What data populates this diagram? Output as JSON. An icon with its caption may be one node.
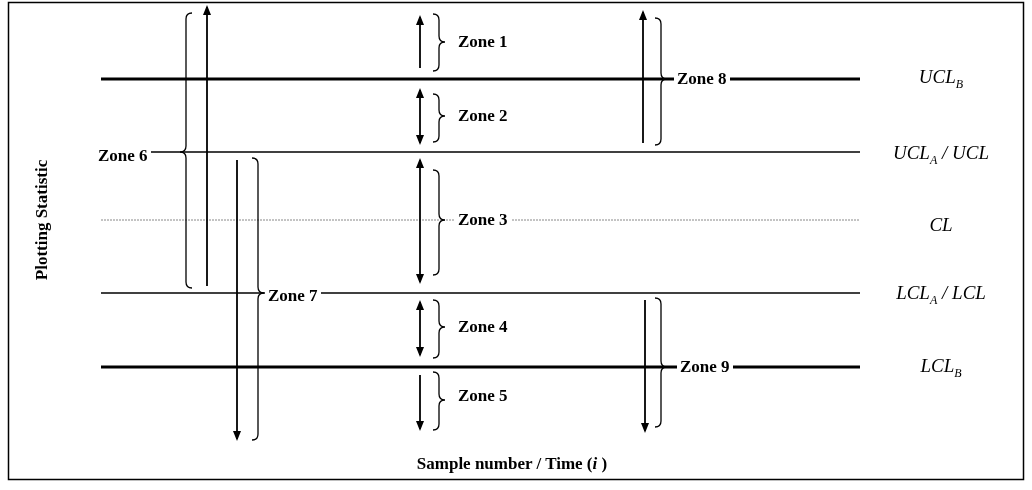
{
  "diagram": {
    "labels": [
      "Zone 1",
      "Zone 8",
      "UCL$_{B}$",
      "Zone 2",
      "Plotting Statistic",
      "Zone 6",
      "UCL$_{A}$ / UCL",
      "Zone 3",
      "CL",
      "Zone 7",
      "LCL$_{A}$ / LCL",
      "Zone 4",
      "Zone 9",
      "LCL$_{B}$",
      "Zone 5",
      "Sample number / Time (*i* )"
    ]
  }
}
